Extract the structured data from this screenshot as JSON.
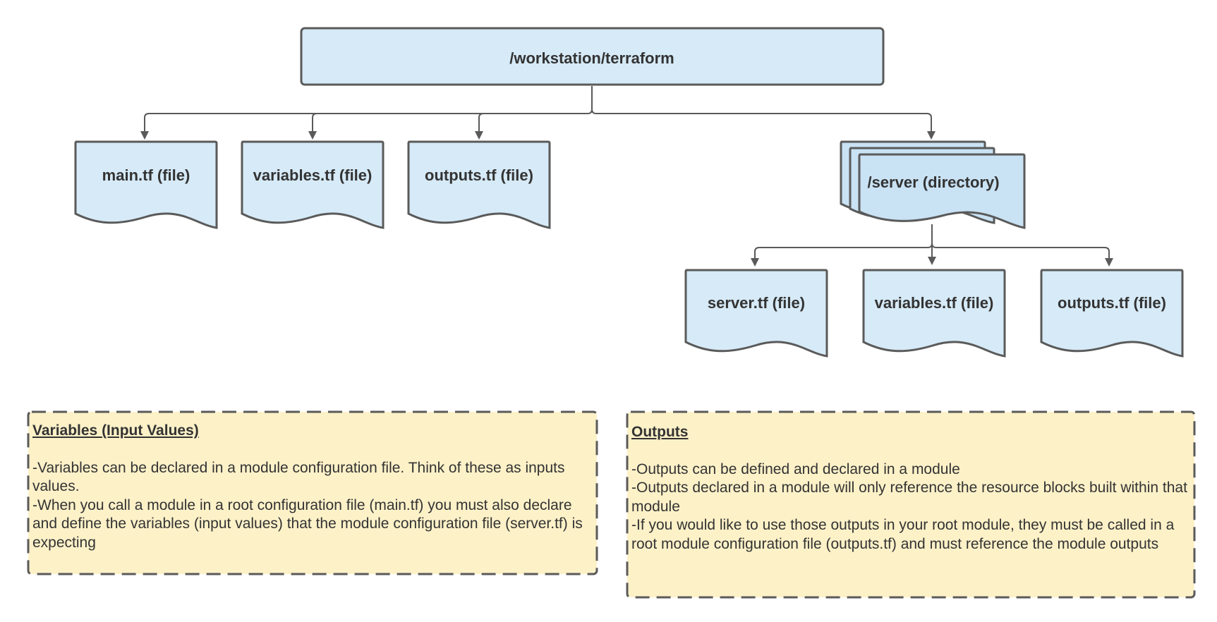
{
  "colors": {
    "node_fill": "#d6eaf7",
    "node_stroke": "#5a5a5a",
    "note_fill": "#fdf1c8",
    "connector": "#5a5a5a",
    "text": "#333333"
  },
  "tree": {
    "root": {
      "label": "/workstation/terraform",
      "shape": "rounded-rectangle"
    },
    "root_children": [
      {
        "label": "main.tf (file)",
        "shape": "document"
      },
      {
        "label": "variables.tf (file)",
        "shape": "document"
      },
      {
        "label": "outputs.tf (file)",
        "shape": "document"
      },
      {
        "label": "/server (directory)",
        "shape": "multi-document"
      }
    ],
    "server_children": [
      {
        "label": "server.tf (file)",
        "shape": "document"
      },
      {
        "label": "variables.tf (file)",
        "shape": "document"
      },
      {
        "label": "outputs.tf (file)",
        "shape": "document"
      }
    ]
  },
  "notes": {
    "variables": {
      "title": "Variables (Input Values)",
      "lines": [
        "-Variables can be declared in a module configuration file.  Think of these as inputs values.",
        "-When you call a module in a root configuration file (main.tf) you must also declare and define the variables (input values) that the module configuration file (server.tf) is expecting"
      ]
    },
    "outputs": {
      "title": "Outputs",
      "lines": [
        "-Outputs can be defined and declared in a module",
        "-Outputs declared in a module will only reference the resource blocks built within that module",
        "-If you would like to use those outputs in your root module, they must be called in a root module configuration file (outputs.tf) and must reference the module outputs"
      ]
    }
  }
}
